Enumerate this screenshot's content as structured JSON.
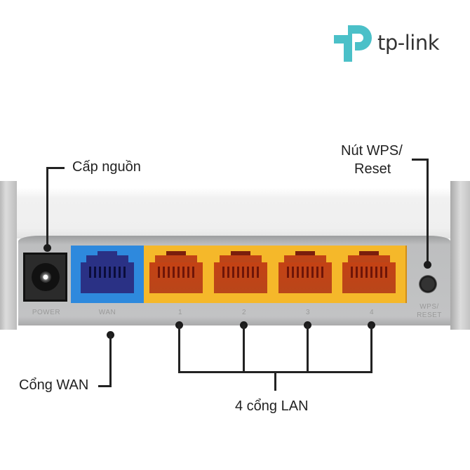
{
  "brand": {
    "logo_text": "tp-link",
    "logo_color": "#4bc0c8"
  },
  "router": {
    "ports": [
      {
        "id": "power",
        "label": "POWER"
      },
      {
        "id": "wan",
        "label": "WAN",
        "color": "#2e89dd"
      },
      {
        "id": "lan1",
        "label": "1",
        "color": "#f5b82a"
      },
      {
        "id": "lan2",
        "label": "2",
        "color": "#f5b82a"
      },
      {
        "id": "lan3",
        "label": "3",
        "color": "#f5b82a"
      },
      {
        "id": "lan4",
        "label": "4",
        "color": "#f5b82a"
      },
      {
        "id": "wps",
        "label": "WPS/\nRESET"
      }
    ]
  },
  "callouts": {
    "power": "Cấp nguồn",
    "wps_line1": "Nút WPS/",
    "wps_line2": "Reset",
    "wan": "Cổng WAN",
    "lan": "4 cổng LAN"
  }
}
